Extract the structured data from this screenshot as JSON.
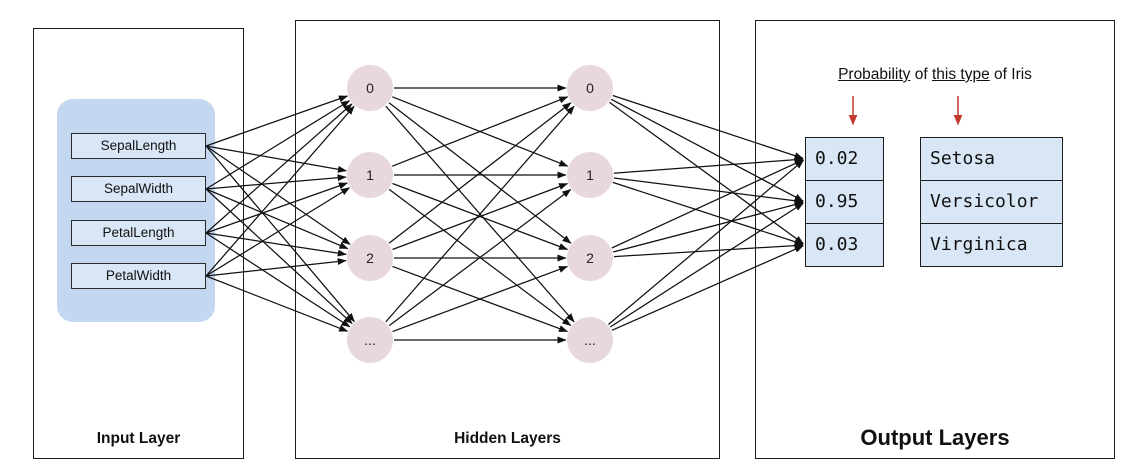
{
  "input_layer": {
    "title": "Input Layer",
    "fields": [
      "SepalLength",
      "SepalWidth",
      "PetalLength",
      "PetalWidth"
    ]
  },
  "hidden_layers": {
    "title": "Hidden Layers",
    "layer1_nodes": [
      "0",
      "1",
      "2",
      "..."
    ],
    "layer2_nodes": [
      "0",
      "1",
      "2",
      "..."
    ]
  },
  "output_layer": {
    "title": "Output Layers",
    "annotation": {
      "probability": "Probability",
      "of_mid": " of ",
      "this_type": "this type",
      "of_iris": " of Iris"
    },
    "probabilities": [
      "0.02",
      "0.95",
      "0.03"
    ],
    "iris_types": [
      "Setosa",
      "Versicolor",
      "Virginica"
    ]
  },
  "colors": {
    "hidden_node_fill": "#e8d7dd",
    "input_group_fill": "#c3d8f0",
    "value_box_fill": "#d9e6f6",
    "connection_line": "#111111",
    "pointer_arrow_red": "#c23b2e"
  }
}
